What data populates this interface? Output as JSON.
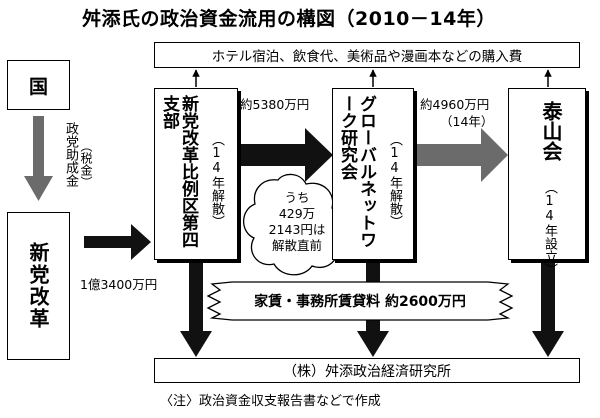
{
  "title": "舛添氏の政治資金流用の構図（2010－14年）",
  "nodes": {
    "country": "国",
    "new_party": "新党改革",
    "fourth_branch": "新党改革比例区第四支部",
    "fourth_branch_note": "（14年解散）",
    "global_net": "グローバルネットワーク研究会",
    "global_net_note": "（14年解散）",
    "taizankai": "泰山会",
    "taizankai_note": "（14年設立）",
    "expenses": "ホテル宿泊、飲食代、美術品や漫画本などの購入費",
    "rent": "家賃・事務所賃貸料 約2600万円",
    "company": "（株）舛添政治経済研究所"
  },
  "flows": {
    "subsidy_label": "政党助成金",
    "subsidy_note": "（税金）",
    "new_party_to_branch": "1億3400万円",
    "branch_to_global": "約5380万円",
    "global_to_taizan": "約4960万円",
    "global_to_taizan_note": "（14年）",
    "cloud_line1": "うち",
    "cloud_line2": "429万",
    "cloud_line3": "2143円は",
    "cloud_line4": "解散直前"
  },
  "footnote": "〈注〉政治資金収支報告書などで作成",
  "colors": {
    "arrow_dark": "#111111",
    "arrow_gray": "#6b6b6b",
    "box_border": "#000000"
  }
}
